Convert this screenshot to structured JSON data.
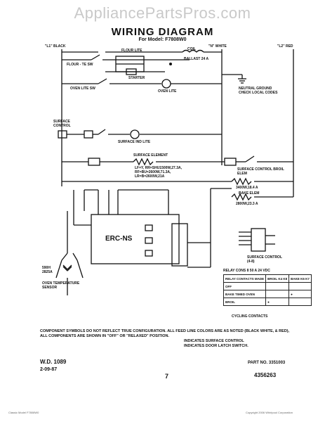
{
  "watermark": "AppliancePartsPros.com",
  "title": "WIRING DIAGRAM",
  "model": "For Model: F7808W0",
  "labels": {
    "l1": "\"L1\" BLACK",
    "n": "\"N\" WHITE",
    "l2": "\"L2\" RED",
    "flour_lite": "FLOUR LITE",
    "flour_te_sw": "FLOUR - TE SW",
    "coil": "COIL",
    "ballast": "BALLAST 24 A",
    "starter": "STARTER",
    "oven_lite_sw": "OVEN LITE SW",
    "oven_lite": "OVEN LITE",
    "neutral_ground": "NEUTRAL GROUND",
    "check_codes": "CHECK LOCAL CODES",
    "surface_control": "SURFACE CONTROL",
    "surface_ind_lite": "SURFACE IND LITE",
    "surface_element": "SURFACE ELEMENT",
    "surf_values": "LF=Y, RR=SHU1500W,27.3A, RF=BU=2600W,71.3A, LR=B=2600W,21A",
    "surface_control_broil": "SURFACE CONTROL BROIL ELEM",
    "broil_rating": "3400W,18.4 A",
    "bake_elem": "BAKE ELEM",
    "bake_rating": "2800W,23.3 A",
    "erc": "ERC-NS",
    "sensor_vals": "590H 2825A",
    "oven_temp_sensor": "OVEN TEMPERATURE SENSOR",
    "surface_control_2": "SURFACE CONTROL (4-8)",
    "relay_header": "RELAY CONS 8 50 A 24 VDC",
    "cycling": "CYCLING CONTACTS"
  },
  "relay_table": {
    "head": [
      "RELAY CONTACTS MADE",
      "BROIL K4 K8",
      "BAKE K6 K7"
    ],
    "rows": [
      [
        "OFF",
        "",
        ""
      ],
      [
        "BAKE TIMED OVEN",
        "",
        "●"
      ],
      [
        "BROIL",
        "●",
        ""
      ]
    ]
  },
  "footer": {
    "note1": "COMPONENT SYMBOLS DO NOT REFLECT TRUE CONFIGURATION. ALL FEED LINE COLORS ARE AS NOTED (BLACK WHITE, & RED),",
    "note2": "ALL COMPONENTS ARE SHOWN IN \"OFF\" OR \"RELAXED\" POSITION.",
    "note3": "INDICATES SURFACE CONTROL",
    "note4": "INDICATES DOOR LATCH SWITCH.",
    "wd": "W.D. 1089",
    "date": "2-09-87",
    "page": "7",
    "part": "PART NO. 3351003",
    "number": "4356263",
    "bottom_left": "Classic Model F7808W0",
    "bottom_right": "Copyright 2006 Whirlpool Corporation"
  }
}
